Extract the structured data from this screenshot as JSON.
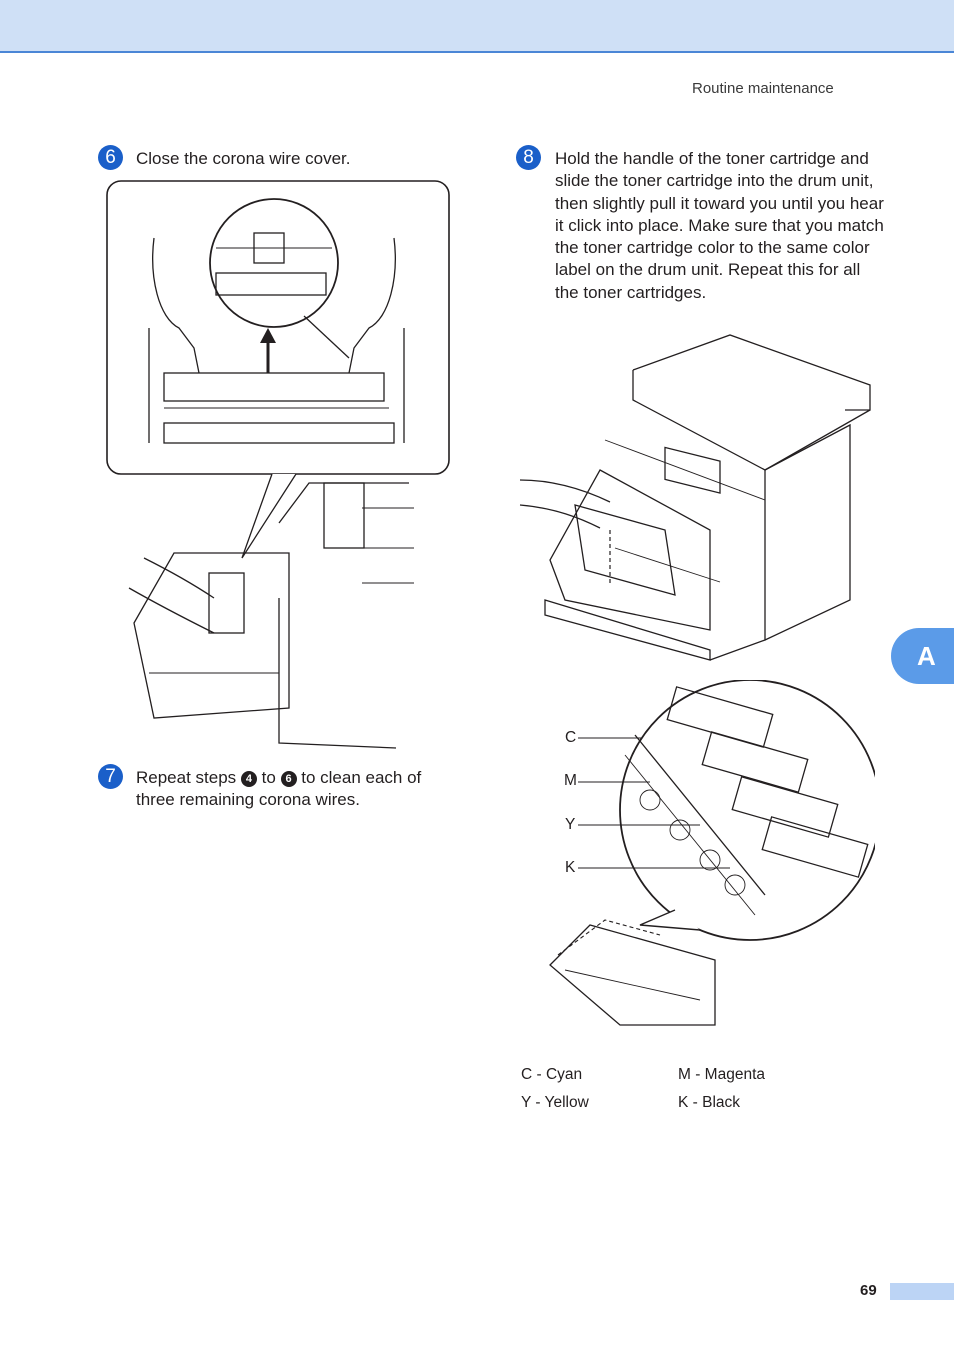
{
  "header": {
    "section_title": "Routine maintenance"
  },
  "steps": [
    {
      "number": "6",
      "text": "Close the corona wire cover."
    },
    {
      "number": "7",
      "text_before": "Repeat steps ",
      "ref_a": "4",
      "text_middle": " to ",
      "ref_b": "6",
      "text_after": " to clean each of three remaining corona wires."
    },
    {
      "number": "8",
      "text": "Hold the handle of the toner cartridge and slide the toner cartridge into the drum unit, then slightly pull it toward you until you hear it click into place. Make sure that you match the toner cartridge color to the same color label on the drum unit. Repeat this for all the toner cartridges."
    }
  ],
  "callout_letters": [
    "C",
    "M",
    "Y",
    "K"
  ],
  "legend": {
    "cyan": "C - Cyan",
    "magenta": "M - Magenta",
    "yellow": "Y - Yellow",
    "black": "K - Black"
  },
  "side_tab": {
    "label": "A"
  },
  "footer": {
    "page_number": "69"
  },
  "colors": {
    "band": "#cfe0f6",
    "accent": "#1a5fc9",
    "tab": "#5b9be8"
  }
}
